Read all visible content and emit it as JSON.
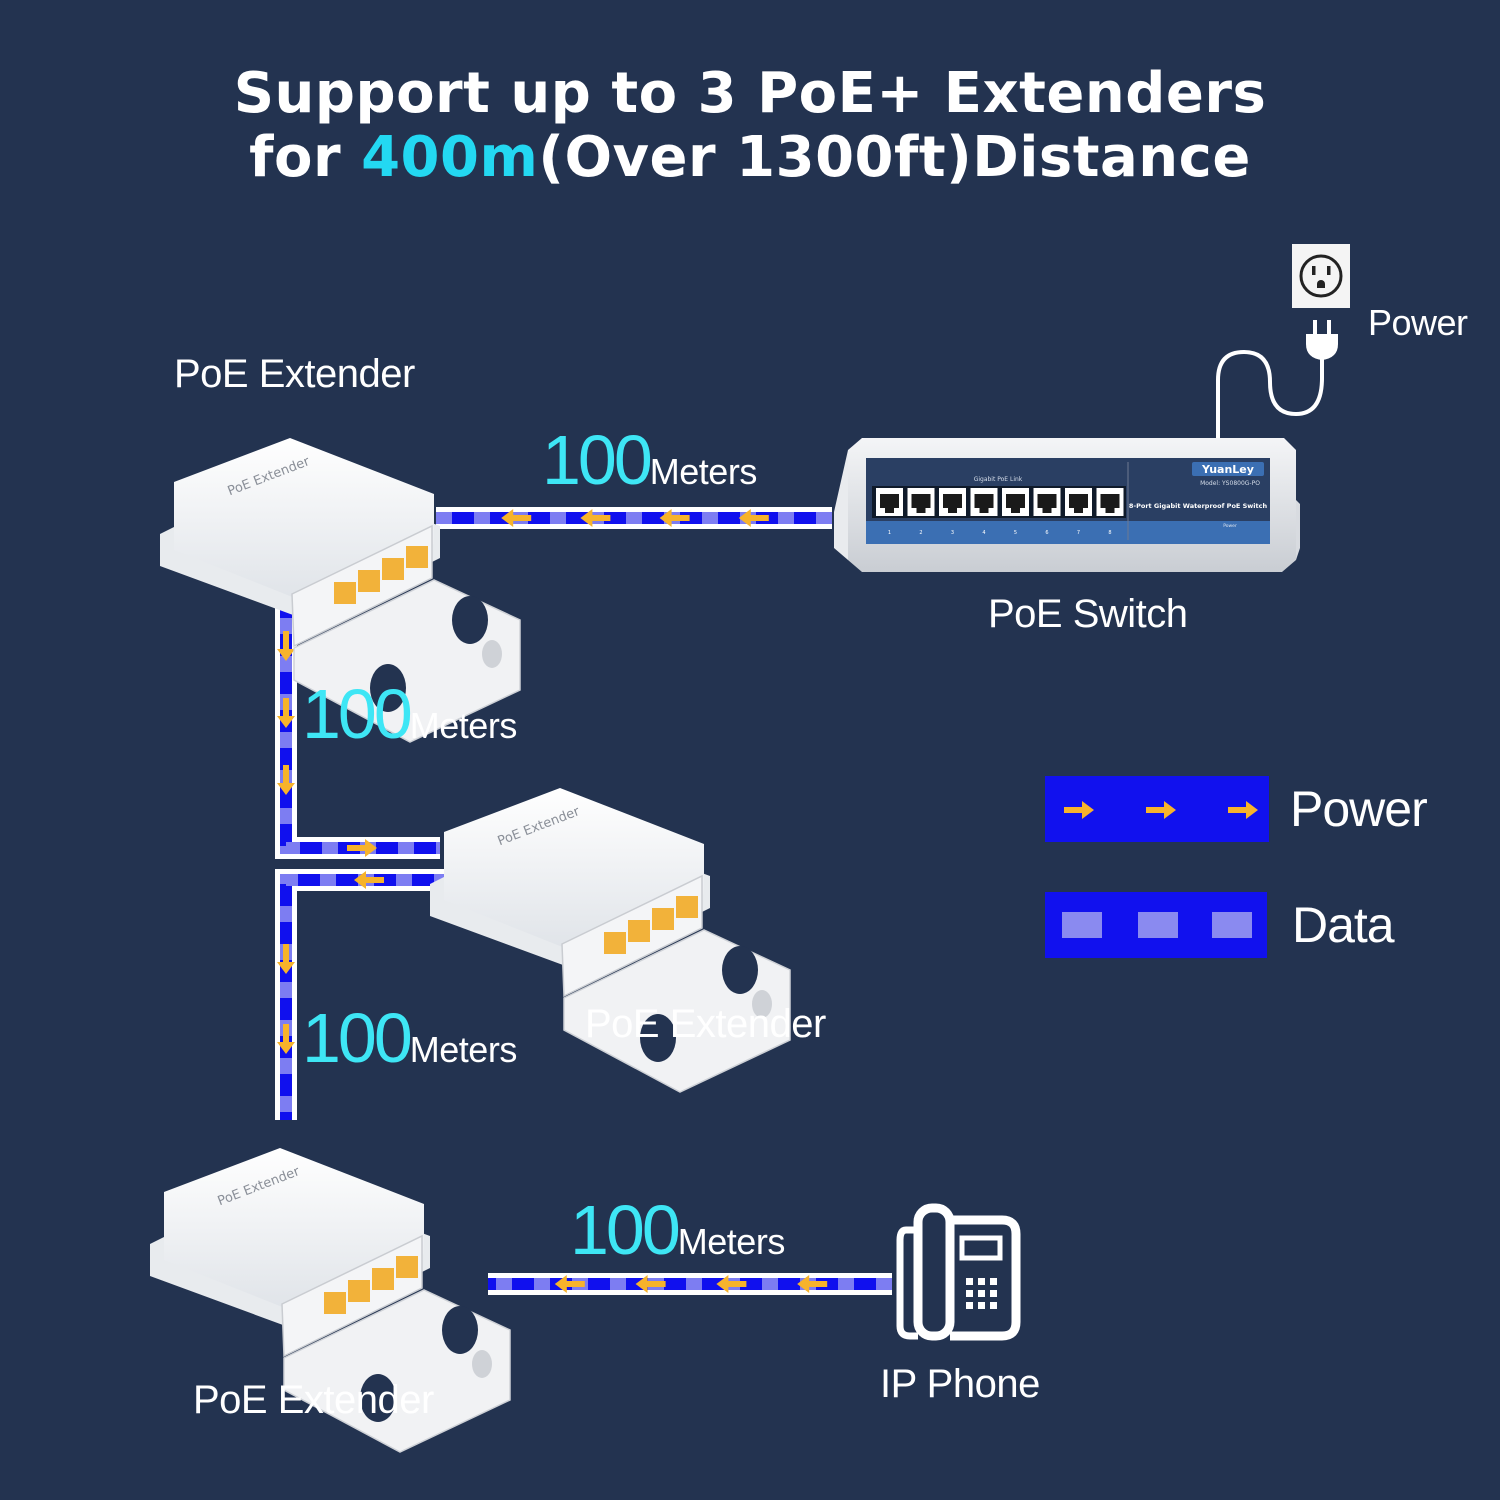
{
  "title": {
    "line1": "Support up to 3 PoE+ Extenders",
    "line2_prefix": "for ",
    "line2_highlight": "400m",
    "line2_suffix": "(Over 1300ft)Distance"
  },
  "colors": {
    "background": "#233350",
    "highlight": "#23d8f2",
    "cable_data": "#1010ee",
    "cable_power_arrow": "#f7b32b"
  },
  "devices": {
    "extender_1": {
      "label": "PoE Extender",
      "device_text": "PoE Extender"
    },
    "extender_2": {
      "label": "PoE Extender",
      "device_text": "PoE Extender"
    },
    "extender_3": {
      "label": "PoE Extender",
      "device_text": "PoE Extender"
    },
    "switch": {
      "label": "PoE Switch",
      "brand": "YuanLey",
      "model": "Model: YS0800G-PO",
      "port_caption": "Gigabit PoE Link",
      "description": "8-Port Gigabit Waterproof PoE Switch",
      "power_indicator": "Power",
      "port_numbers": [
        "1",
        "2",
        "3",
        "4",
        "5",
        "6",
        "7",
        "8"
      ]
    },
    "phone": {
      "label": "IP Phone",
      "icon": "phone-icon"
    },
    "outlet": {
      "label": "Power",
      "icon": "power-outlet-icon"
    }
  },
  "segments": [
    {
      "number": "100",
      "unit": "Meters"
    },
    {
      "number": "100",
      "unit": "Meters"
    },
    {
      "number": "100",
      "unit": "Meters"
    },
    {
      "number": "100",
      "unit": "Meters"
    }
  ],
  "legend": [
    {
      "label": "Power",
      "icon": "arrow-icon"
    },
    {
      "label": "Data",
      "icon": "square-icon"
    }
  ]
}
